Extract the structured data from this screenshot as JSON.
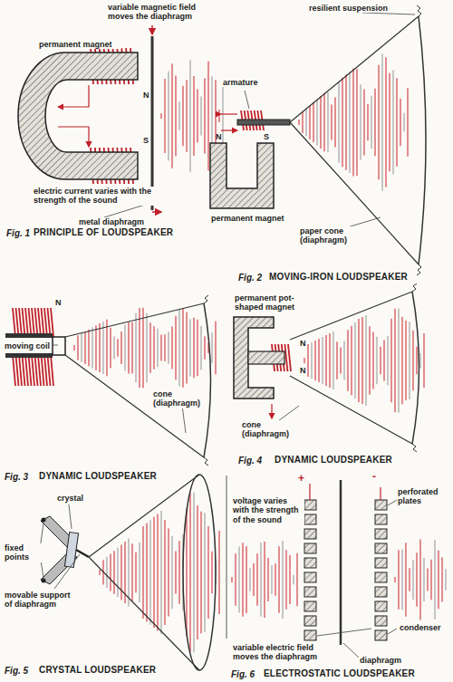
{
  "diagram": {
    "labels": [
      "variable magnetic field moves the diaphragm",
      "permanent magnet",
      "N",
      "S",
      "electric current varies with the strength of the sound",
      "metal diaphragm",
      "Fig. 1",
      "PRINCIPLE OF LOUDSPEAKER",
      "resilient suspension",
      "armature",
      "N",
      "S",
      "permanent magnet",
      "paper cone (diaphragm)",
      "Fig. 2",
      "MOVING-IRON LOUDSPEAKER",
      "N",
      "moving coil",
      "cone (diaphragm)",
      "Fig. 3",
      "DYNAMIC LOUDSPEAKER",
      "permanent pot-shaped magnet",
      "N",
      "N",
      "cone (diaphragm)",
      "Fig. 4",
      "DYNAMIC LOUDSPEAKER",
      "crystal",
      "fixed points",
      "movable support of diaphragm",
      "Fig. 5",
      "CRYSTAL LOUDSPEAKER",
      "+",
      "-",
      "voltage varies with the strength of the sound",
      "perforated plates",
      "condenser",
      "variable electric field moves the diaphragm",
      "diaphragm",
      "Fig. 6",
      "ELECTROSTATIC LOUDSPEAKER"
    ]
  }
}
